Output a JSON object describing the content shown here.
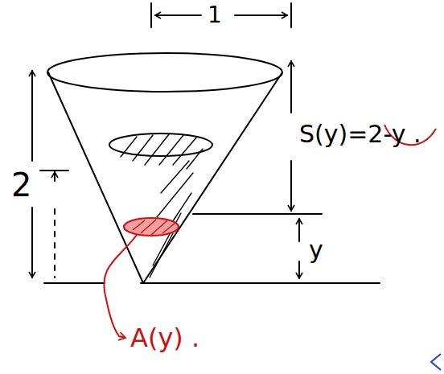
{
  "diagram": {
    "labels": [
      "1",
      "2",
      "S(y)=2-y .",
      "y",
      "A(y) ."
    ]
  }
}
